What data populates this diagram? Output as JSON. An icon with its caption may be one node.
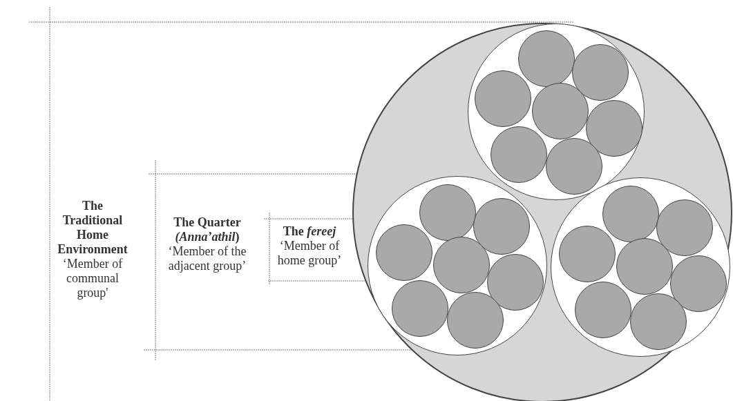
{
  "diagram": {
    "nodes": [
      {
        "text": [],
        "shape": "circle"
      },
      {
        "text": [],
        "shape": "circle",
        "in": 0
      },
      {
        "text": [],
        "shape": "circle",
        "in": 1
      },
      {
        "text": [],
        "shape": "circle",
        "in": 1
      },
      {
        "text": [],
        "shape": "circle",
        "in": 1
      },
      {
        "text": [],
        "shape": "circle",
        "in": 1
      },
      {
        "text": [],
        "shape": "circle",
        "in": 1
      },
      {
        "text": [],
        "shape": "circle",
        "in": 1
      },
      {
        "text": [],
        "shape": "circle",
        "in": 1
      },
      {
        "text": [],
        "shape": "circle",
        "in": 0
      },
      {
        "text": [],
        "shape": "circle",
        "in": 9
      },
      {
        "text": [],
        "shape": "circle",
        "in": 9
      },
      {
        "text": [],
        "shape": "circle",
        "in": 9
      },
      {
        "text": [],
        "shape": "circle",
        "in": 9
      },
      {
        "text": [],
        "shape": "circle",
        "in": 9
      },
      {
        "text": [],
        "shape": "circle",
        "in": 9
      },
      {
        "text": [],
        "shape": "circle",
        "in": 9
      },
      {
        "text": [],
        "shape": "circle",
        "in": 0
      },
      {
        "text": [],
        "shape": "circle",
        "in": 17
      },
      {
        "text": [],
        "shape": "circle",
        "in": 17
      },
      {
        "text": [],
        "shape": "circle",
        "in": 17
      },
      {
        "text": [],
        "shape": "circle",
        "in": 17
      },
      {
        "text": [],
        "shape": "circle",
        "in": 17
      },
      {
        "text": [],
        "shape": "circle",
        "in": 17
      },
      {
        "text": [],
        "shape": "circle",
        "in": 17
      }
    ],
    "edges": [],
    "labels": [
      "The Traditional Home Environment",
      "‘Member of communal group'",
      "The Quarter *(Anna’athil*)",
      "‘Member of the adjacent group’",
      "The *fereej*",
      "‘Member of home group’"
    ]
  }
}
